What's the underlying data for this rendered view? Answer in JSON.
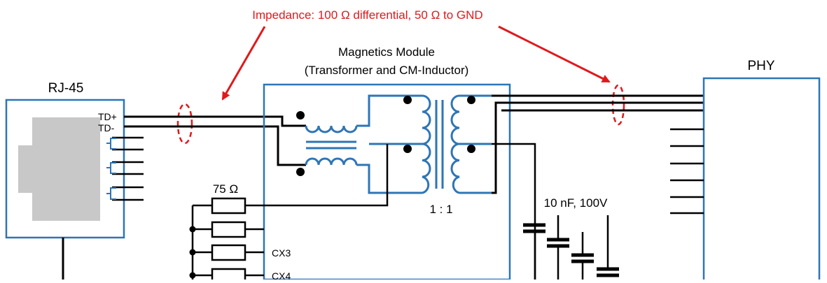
{
  "annotation": {
    "text": "Impedance: 100 Ω differential, 50 Ω to GND",
    "color": "#e0191c"
  },
  "rj45": {
    "title": "RJ-45",
    "td_plus": "TD+",
    "td_minus": "TD-"
  },
  "magnetics": {
    "title_line1": "Magnetics Module",
    "title_line2": "(Transformer and CM-Inductor)",
    "ratio": "1 : 1"
  },
  "phy": {
    "title": "PHY"
  },
  "resistors": {
    "value_label": "75 Ω",
    "cx3_label": "CX3",
    "cx4_label": "CX4"
  },
  "capacitors": {
    "value_label": "10 nF, 100V"
  },
  "colors": {
    "box_stroke": "#2e75b6",
    "coil": "#2e75b6",
    "connector_fill": "#c8c8c8",
    "wire": "#000000"
  }
}
